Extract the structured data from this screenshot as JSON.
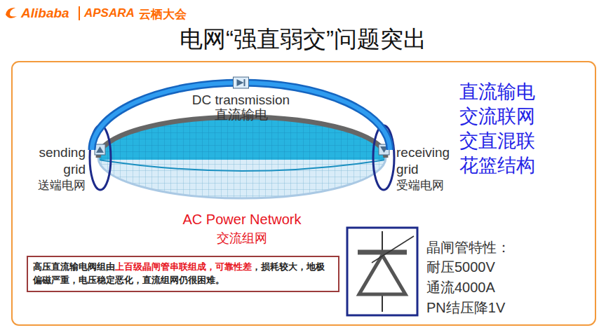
{
  "diagram": {
    "title": "电网“强直弱交”问题突出",
    "nodes": [
      {
        "text": [
          "sending grid",
          "送端电网"
        ]
      },
      {
        "text": [
          "receiving grid",
          "受端电网"
        ]
      },
      {
        "text": [
          "高压直流输电阀组由",
          "上百级晶闸管串联组成，可靠性差",
          "，损耗较大，地极偏磁严重，电压稳定恶化，直流组网仍很困难。"
        ]
      }
    ],
    "edges": [
      {
        "from": 0,
        "to": 1,
        "arrow": "none",
        "label": "DC transmission 直流输电"
      }
    ],
    "labels": [
      "Alibaba",
      "APSARA",
      "云栖大会",
      "AC Power Network",
      "交流组网",
      "直流输电",
      "交流联网",
      "交直混联",
      "花篮结构",
      "晶闸管特性：",
      "耐压5000V",
      "通流4000A",
      "PN结压降1V"
    ]
  }
}
